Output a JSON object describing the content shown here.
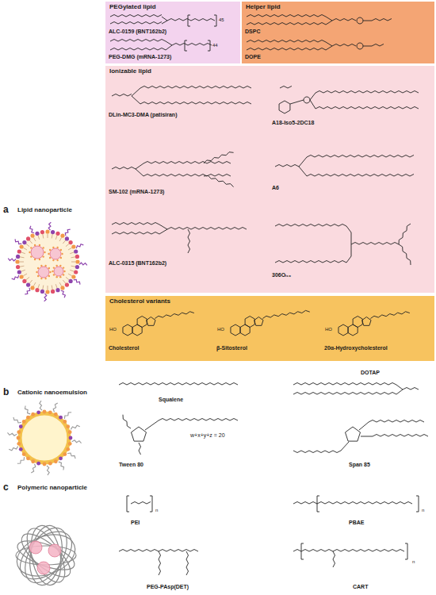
{
  "diagram": {
    "nodes": [
      {
        "text": [
          "PEGylated lipid"
        ]
      },
      {
        "text": [
          "ALC-0159 (BNT162b2)"
        ],
        "in": 0
      },
      {
        "text": [
          "PEG-DMG (mRNA-1273)"
        ],
        "in": 0
      },
      {
        "text": [
          "Helper lipid"
        ]
      },
      {
        "text": [
          "DSPC"
        ],
        "in": 3
      },
      {
        "text": [
          "DOPE"
        ],
        "in": 3
      },
      {
        "text": [
          "Ionizable lipid"
        ]
      },
      {
        "text": [
          "DLin-MC3-DMA (patisiran)"
        ],
        "in": 6
      },
      {
        "text": [
          "A18-Iso5-2DC18"
        ],
        "in": 6
      },
      {
        "text": [
          "SM-102 (mRNA-1273)"
        ],
        "in": 6
      },
      {
        "text": [
          "A6"
        ],
        "in": 6
      },
      {
        "text": [
          "ALC-0315 (BNT162b2)"
        ],
        "in": 6
      },
      {
        "text": [
          "306Oᵢ₁₀"
        ],
        "in": 6
      },
      {
        "text": [
          "Cholesterol variants"
        ]
      },
      {
        "text": [
          "Cholesterol"
        ],
        "in": 13
      },
      {
        "text": [
          "β-Sitosterol"
        ],
        "in": 13
      },
      {
        "text": [
          "20α-Hydroxycholesterol"
        ],
        "in": 13
      }
    ],
    "labels": [
      "a",
      "Lipid nanoparticle",
      "45",
      "44",
      "HO",
      "HO",
      "HO",
      "b",
      "Cationic nanoemulsion",
      "Squalene",
      "DOTAP",
      "Tween 80",
      "w+x+y+z = 20",
      "Span 85",
      "c",
      "Polymeric nanoparticle",
      "PEI",
      "n",
      "PBAE",
      "n",
      "PEG-PAsp(DET)",
      "CART",
      "n"
    ]
  }
}
